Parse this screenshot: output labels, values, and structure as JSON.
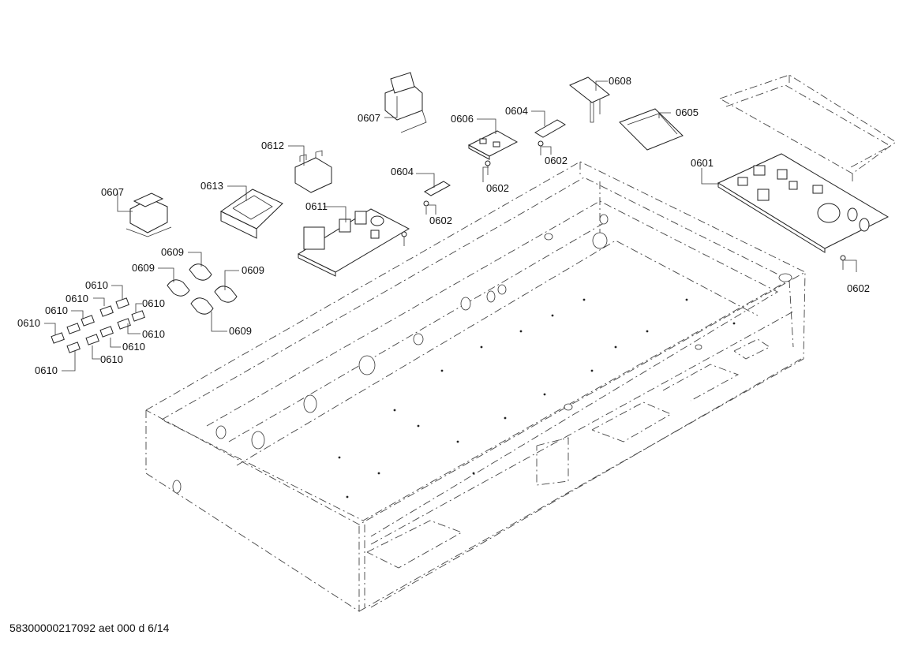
{
  "labels": {
    "l0601": "0601",
    "l0602a": "0602",
    "l0602b": "0602",
    "l0602c": "0602",
    "l0602d": "0602",
    "l0604a": "0604",
    "l0604b": "0604",
    "l0605": "0605",
    "l0606": "0606",
    "l0607a": "0607",
    "l0607b": "0607",
    "l0608": "0608",
    "l0609a": "0609",
    "l0609b": "0609",
    "l0609c": "0609",
    "l0609d": "0609",
    "l0610a": "0610",
    "l0610b": "0610",
    "l0610c": "0610",
    "l0610d": "0610",
    "l0610e": "0610",
    "l0610f": "0610",
    "l0610g": "0610",
    "l0610h": "0610",
    "l0610i": "0610",
    "l0611": "0611",
    "l0612": "0612",
    "l0613": "0613"
  },
  "footer": "58300000217092 aet 000 d 6/14"
}
